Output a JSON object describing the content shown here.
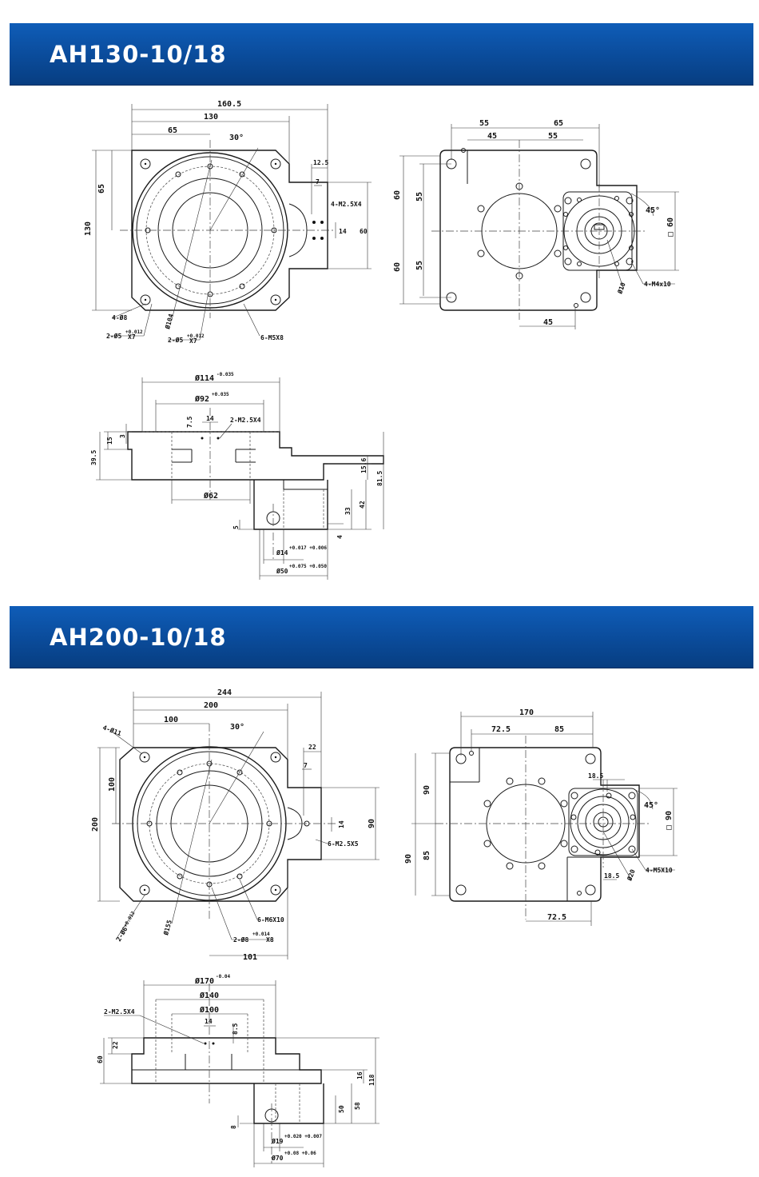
{
  "sections": [
    {
      "title": "AH130-10/18",
      "top_view": {
        "dims": [
          "160.5",
          "130",
          "65",
          "30°",
          "12.5",
          "7",
          "4-M2.5X4",
          "14",
          "60",
          "65",
          "130",
          "4-Ø8",
          "Ø104",
          "6-M5X8"
        ],
        "pin_left": {
          "text": "2-Ø5",
          "tol": "+0.012",
          "suffix": "X7"
        },
        "pin_mid": {
          "text": "2-Ø5",
          "tol": "+0.012",
          "suffix": "X7"
        }
      },
      "back_view": {
        "dims": [
          "55",
          "65",
          "45",
          "55",
          "60",
          "55",
          "60",
          "55",
          "45°",
          "□ 60",
          "Ø10",
          "4-M4x10",
          "45"
        ]
      },
      "side_view": {
        "d114": {
          "text": "Ø114",
          "tol": "-0.035"
        },
        "d92": {
          "text": "Ø92",
          "tol": "+0.035"
        },
        "dims": [
          "7.5",
          "14",
          "2-M2.5X4",
          "15",
          "3",
          "39.5",
          "15.6",
          "81.5",
          "Ø62",
          "33",
          "42",
          "5",
          "4"
        ],
        "d14": {
          "text": "Ø14",
          "tol": "+0.017 +0.006"
        },
        "d50": {
          "text": "Ø50",
          "tol": "+0.075 +0.050"
        }
      }
    },
    {
      "title": "AH200-10/18",
      "top_view": {
        "dims": [
          "244",
          "200",
          "100",
          "30°",
          "22",
          "4-Ø11",
          "7",
          "100",
          "200",
          "14",
          "90",
          "6-M2.5X5",
          "Ø155",
          "6-M6X10",
          "101"
        ],
        "pin_left": {
          "text": "2-Ø6",
          "tol": "+0.012",
          "suffix": ""
        },
        "pin_mid": {
          "text": "2-Ø8",
          "tol": "+0.014",
          "suffix": "X8"
        }
      },
      "back_view": {
        "dims": [
          "170",
          "72.5",
          "85",
          "18.5",
          "45°",
          "90",
          "□ 90",
          "90",
          "85",
          "18.5",
          "Ø20",
          "4-M5X10",
          "72.5"
        ]
      },
      "side_view": {
        "d170": {
          "text": "Ø170",
          "tol": "-0.04"
        },
        "dims": [
          "Ø140",
          "Ø100",
          "2-M2.5X4",
          "14",
          "8.5",
          "22",
          "60",
          "16",
          "118",
          "50",
          "58",
          "8"
        ],
        "d19": {
          "text": "Ø19",
          "tol": "+0.020 +0.007"
        },
        "d70": {
          "text": "Ø70",
          "tol": "+0.08 +0.06"
        }
      }
    }
  ],
  "colors": {
    "banner": "#0b4e9f",
    "line": "#1a1a1a"
  }
}
